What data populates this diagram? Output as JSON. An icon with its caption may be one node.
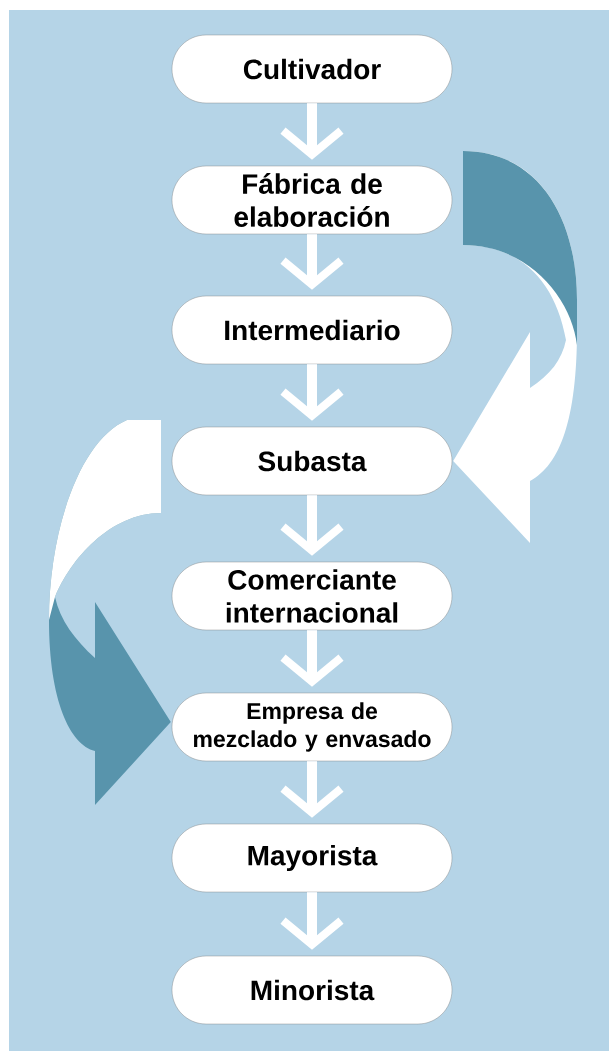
{
  "diagram": {
    "nodes": [
      {
        "text": [
          "Cultivador"
        ]
      },
      {
        "text": [
          "Fábrica de elaboración"
        ]
      },
      {
        "text": [
          "Intermediario"
        ]
      },
      {
        "text": [
          "Subasta"
        ]
      },
      {
        "text": [
          "Comerciante internacional"
        ]
      },
      {
        "text": [
          "Empresa de mezclado y envasado"
        ]
      },
      {
        "text": [
          "Mayorista"
        ]
      },
      {
        "text": [
          "Minorista"
        ]
      }
    ],
    "edges": [
      {
        "from": 0,
        "to": 1,
        "arrow": "to"
      },
      {
        "from": 1,
        "to": 2,
        "arrow": "to"
      },
      {
        "from": 2,
        "to": 3,
        "arrow": "to"
      },
      {
        "from": 3,
        "to": 4,
        "arrow": "to"
      },
      {
        "from": 4,
        "to": 5,
        "arrow": "to"
      },
      {
        "from": 5,
        "to": 6,
        "arrow": "to"
      },
      {
        "from": 6,
        "to": 7,
        "arrow": "to"
      },
      {
        "from": 1,
        "to": 3,
        "arrow": "to",
        "style": "thick"
      },
      {
        "from": 3,
        "to": 5,
        "arrow": "to",
        "style": "thick"
      }
    ]
  }
}
